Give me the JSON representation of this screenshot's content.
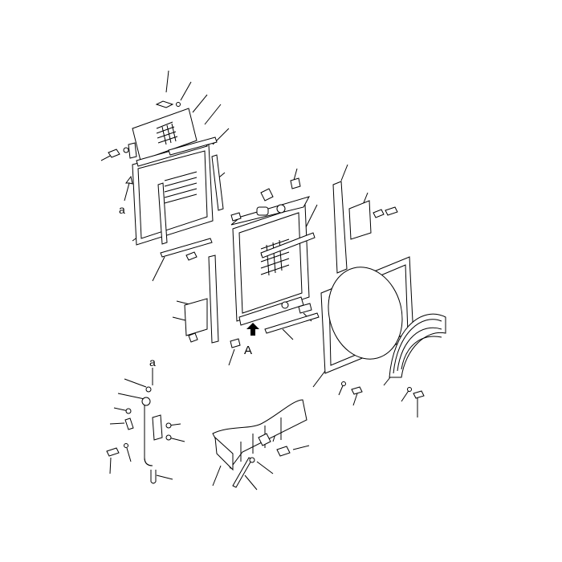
{
  "diagram": {
    "labels": {
      "ref_a_top": "a",
      "view_A": "A",
      "ref_a_bottom": "a"
    },
    "colors": {
      "line": "#000000",
      "background": "#ffffff"
    }
  }
}
